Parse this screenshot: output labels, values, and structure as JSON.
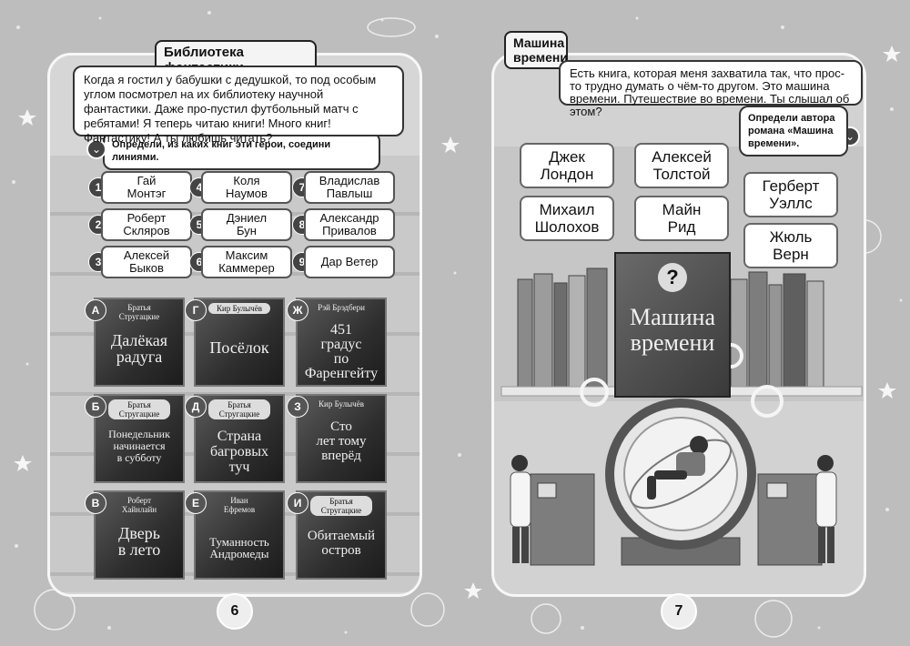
{
  "left": {
    "title": "Библиотека фантастики",
    "speech": "Когда я гостил у бабушки с дедушкой, то под особым углом посмотрел на их библиотеку научной фантастики. Даже про-пустил футбольный матч с ребятами! Я теперь читаю книги! Много книг! Фантастику! А ты любишь читать?",
    "task": "Определи, из каких книг эти герои, соедини линиями.",
    "heroes": [
      {
        "num": "1",
        "name": "Гай\nМонтэг"
      },
      {
        "num": "2",
        "name": "Роберт\nСкляров"
      },
      {
        "num": "3",
        "name": "Алексей\nБыков"
      },
      {
        "num": "4",
        "name": "Коля\nНаумов"
      },
      {
        "num": "5",
        "name": "Дэниел\nБун"
      },
      {
        "num": "6",
        "name": "Максим\nКаммерер"
      },
      {
        "num": "7",
        "name": "Владислав\nПавлыш"
      },
      {
        "num": "8",
        "name": "Александр\nПривалов"
      },
      {
        "num": "9",
        "name": "Дар Ветер"
      }
    ],
    "books": [
      {
        "letter": "А",
        "author": "Братья\nСтругацкие",
        "title": "Далёкая\nрадуга"
      },
      {
        "letter": "Г",
        "author": "Кир Булычёв",
        "title": "Посёлок"
      },
      {
        "letter": "Ж",
        "author": "Рэй Брэдбери",
        "title": "451\nградус\nпо Фаренгейту"
      },
      {
        "letter": "Б",
        "author": "Братья\nСтругацкие",
        "title": "Понедельник\nначинается\nв субботу"
      },
      {
        "letter": "Д",
        "author": "Братья\nСтругацкие",
        "title": "Страна\nбагровых\nтуч"
      },
      {
        "letter": "З",
        "author": "Кир Булычёв",
        "title": "Сто\nлет тому\nвперёд"
      },
      {
        "letter": "В",
        "author": "Роберт\nХайнлайн",
        "title": "Дверь\nв лето"
      },
      {
        "letter": "Е",
        "author": "Иван\nЕфремов",
        "title": "Туманность\nАндромеды"
      },
      {
        "letter": "И",
        "author": "Братья\nСтругацкие",
        "title": "Обитаемый\nостров"
      }
    ],
    "page_number": "6"
  },
  "right": {
    "title": "Машина\nвремени",
    "speech": "Есть книга, которая меня захватила так, что прос-то трудно думать о чём-то другом. Это машина времени. Путешествие во времени. Ты слышал об этом?",
    "task": "Определи автора романа «Машина времени».",
    "authors": [
      "Джек\nЛондон",
      "Алексей\nТолстой",
      "Герберт\nУэллс",
      "Михаил\nШолохов",
      "Майн\nРид",
      "Жюль\nВерн"
    ],
    "book_mark": "?",
    "book_title": "Машина\nвремени",
    "page_number": "7"
  }
}
